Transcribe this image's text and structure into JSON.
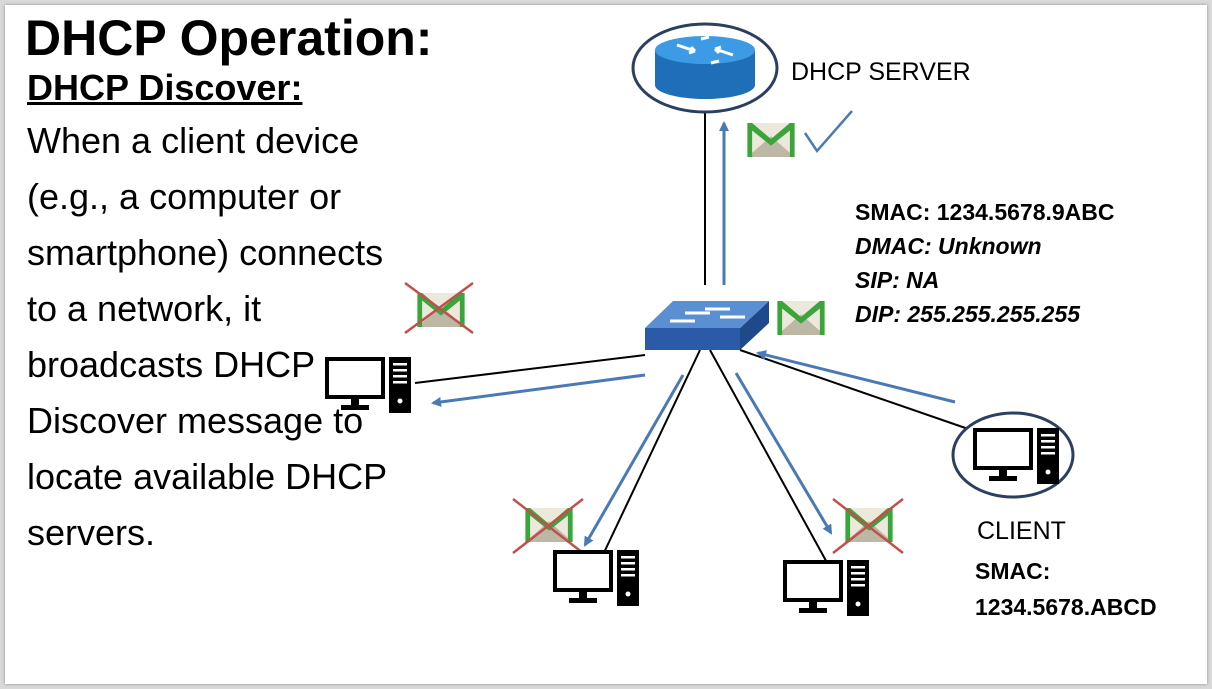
{
  "slide": {
    "title": "DHCP Operation:",
    "subtitle": "DHCP Discover:",
    "body": "When a client device (e.g., a computer or smartphone) connects to a network, it broadcasts DHCP Discover message to locate available DHCP servers."
  },
  "diagram": {
    "server_label": "DHCP SERVER",
    "client_label": "CLIENT",
    "frame": {
      "smac": "SMAC: 1234.5678.9ABC",
      "dmac": "DMAC: Unknown",
      "sip": "SIP: NA",
      "dip": "DIP: 255.255.255.255"
    },
    "client_mac": {
      "label": "SMAC:",
      "value": "1234.5678.ABCD"
    }
  },
  "colors": {
    "arrow": "#4a7ab5",
    "router": "#2e86d6",
    "switch": "#3b6fb6",
    "envelope_m": "#3aa53a",
    "reject_x": "#c0504d",
    "link": "#000000"
  }
}
